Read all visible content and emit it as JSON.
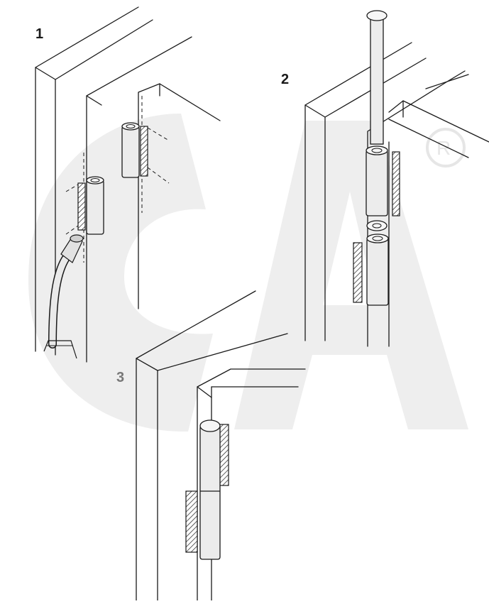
{
  "steps": [
    {
      "number": "1"
    },
    {
      "number": "2"
    },
    {
      "number": "3"
    }
  ],
  "watermark": {
    "text": "CA",
    "registered_mark": "®",
    "color": "#eeeeee"
  },
  "colors": {
    "line": "#1a1a1a",
    "step3_label": "#777777",
    "hinge_fill": "#ececec",
    "watermark": "#eeeeee"
  }
}
